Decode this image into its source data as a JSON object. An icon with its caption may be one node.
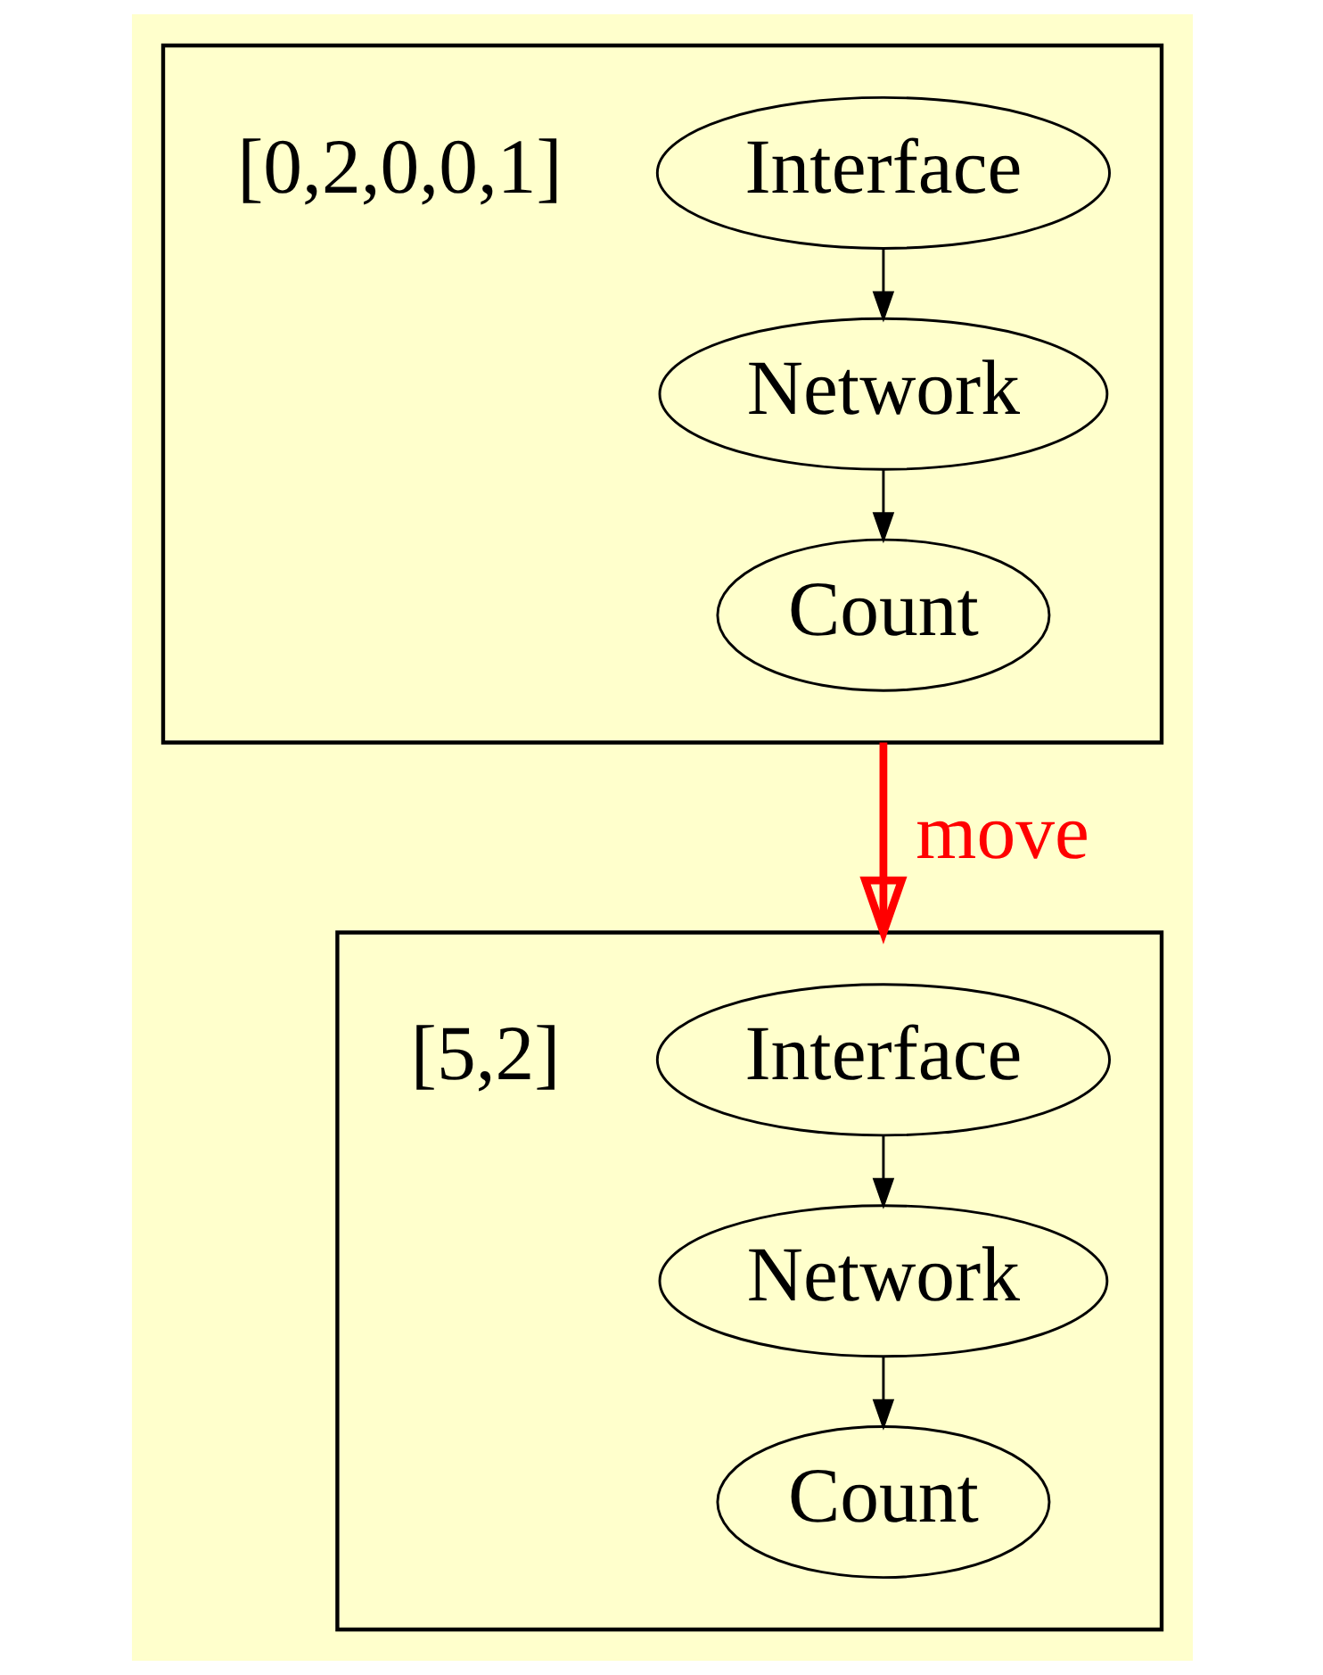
{
  "diagram": {
    "nodes": [
      {
        "text": [],
        "shape": "box"
      },
      {
        "text": [
          "Interface"
        ],
        "in": 0
      },
      {
        "text": [
          "Network"
        ],
        "in": 0
      },
      {
        "text": [
          "Count"
        ],
        "in": 0
      },
      {
        "text": [],
        "shape": "box"
      },
      {
        "text": [
          "Interface"
        ],
        "in": 4
      },
      {
        "text": [
          "Network"
        ],
        "in": 4
      },
      {
        "text": [
          "Count"
        ],
        "in": 4
      }
    ],
    "edges": [
      {
        "from": 1,
        "to": 2,
        "arrow": "to"
      },
      {
        "from": 2,
        "to": 3,
        "arrow": "to"
      },
      {
        "from": 0,
        "to": 4,
        "arrow": "to",
        "label": "move",
        "style": "thick",
        "color": "#ff0000"
      },
      {
        "from": 5,
        "to": 6,
        "arrow": "to"
      },
      {
        "from": 6,
        "to": 7,
        "arrow": "to"
      }
    ],
    "labels": [
      "[0,2,0,0,1]",
      "[5,2]"
    ]
  }
}
